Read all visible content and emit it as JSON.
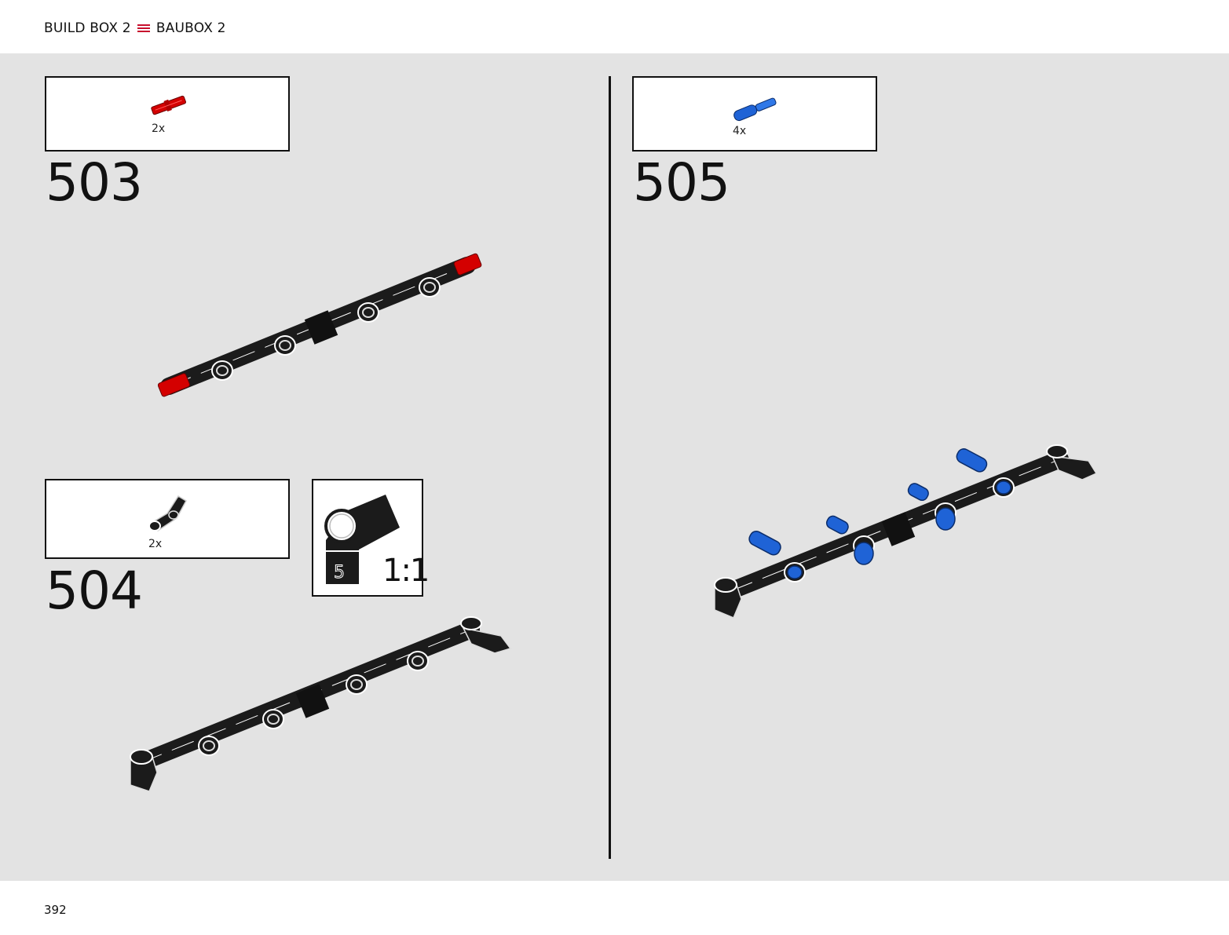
{
  "header": {
    "left_title": "BUILD BOX 2",
    "right_title": "BAUBOX 2",
    "menu_icon": "menu-lines-icon",
    "accent_color": "#c8102e"
  },
  "steps": [
    {
      "number": "503",
      "parts": [
        {
          "qty": "2x",
          "color": "#d40000",
          "icon": "pin-connector-icon"
        }
      ]
    },
    {
      "number": "504",
      "parts": [
        {
          "qty": "2x",
          "color": "#1b1b1b",
          "icon": "angle-connector-icon"
        }
      ],
      "scale_label": "1:1",
      "scale_part_number": "5"
    },
    {
      "number": "505",
      "parts": [
        {
          "qty": "4x",
          "color": "#1f63d6",
          "icon": "axle-pin-icon"
        }
      ]
    }
  ],
  "page": {
    "number": "392"
  },
  "colors": {
    "background": "#e3e3e3",
    "beam": "#1b1b1b",
    "red_part": "#d40000",
    "blue_part": "#1f63d6"
  }
}
